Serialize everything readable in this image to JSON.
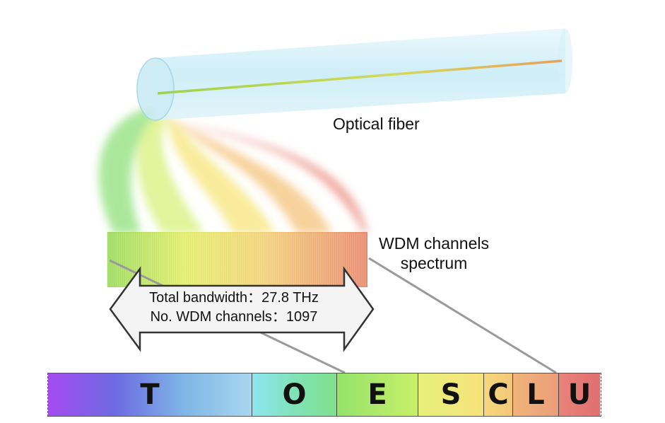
{
  "labels": {
    "fiber": "Optical fiber",
    "wdm_line1": "WDM channels",
    "wdm_line2": "spectrum",
    "total_bandwidth": "Total bandwidth：27.8 THz",
    "num_channels": "No. WDM channels：1097"
  },
  "bands": [
    {
      "name": "T",
      "gradient": [
        "#a64bf0",
        "#6d6be3",
        "#7fb6e6",
        "#a8d6f0"
      ]
    },
    {
      "name": "O",
      "gradient": [
        "#8ee6f0",
        "#7fe3b8",
        "#7fe08a"
      ]
    },
    {
      "name": "E",
      "gradient": [
        "#93e36a",
        "#c9ef6a"
      ]
    },
    {
      "name": "S",
      "gradient": [
        "#e6f07a",
        "#f6e27a"
      ]
    },
    {
      "name": "C",
      "gradient": [
        "#f7d77c",
        "#f3c779"
      ]
    },
    {
      "name": "L",
      "gradient": [
        "#f0b57a",
        "#eb9d79"
      ]
    },
    {
      "name": "U",
      "gradient": [
        "#e9847a",
        "#e06e6e"
      ]
    }
  ],
  "colors": {
    "fiber": "#bfe8f5",
    "core_green": "#a6d45a",
    "core_red": "#e27a5a",
    "arrow_fill": "#f3f3f3",
    "arrow_stroke": "#444444",
    "zoom_line": "#999999"
  }
}
